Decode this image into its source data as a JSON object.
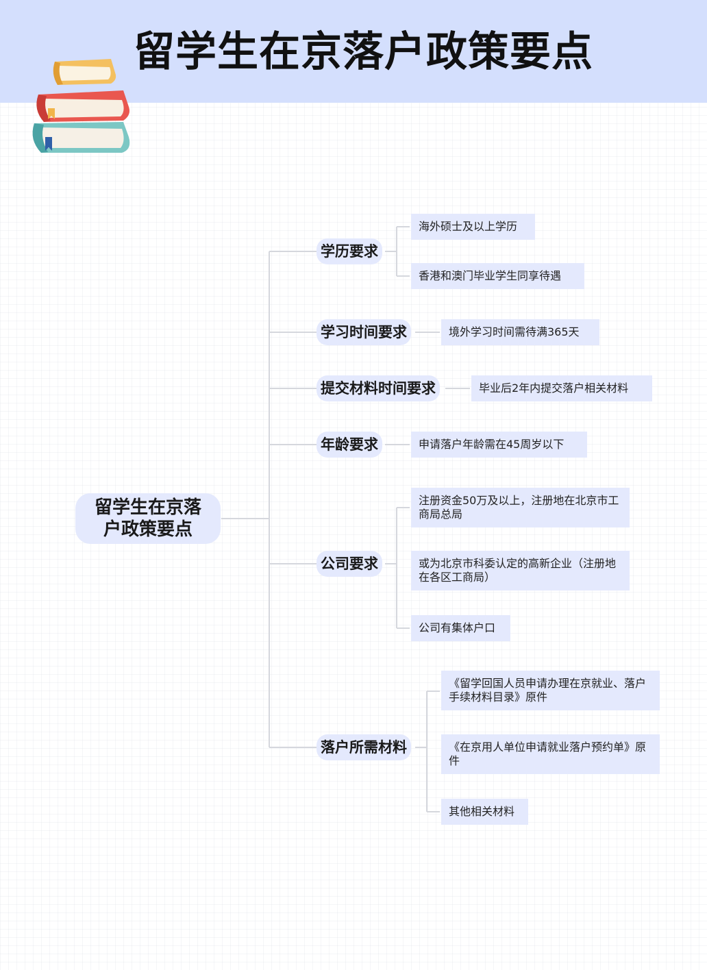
{
  "title": "留学生在京落户政策要点",
  "root": "留学生在京落户政策要点",
  "branches": [
    {
      "label": "学历要求",
      "items": [
        "海外硕士及以上学历",
        "香港和澳门毕业学生同享待遇"
      ]
    },
    {
      "label": "学习时间要求",
      "items": [
        "境外学习时间需待满365天"
      ]
    },
    {
      "label": "提交材料时间要求",
      "items": [
        "毕业后2年内提交落户相关材料"
      ]
    },
    {
      "label": "年龄要求",
      "items": [
        "申请落户年龄需在45周岁以下"
      ]
    },
    {
      "label": "公司要求",
      "items": [
        "注册资金50万及以上，注册地在北京市工商局总局",
        "或为北京市科委认定的高新企业（注册地在各区工商局）",
        "公司有集体户口"
      ]
    },
    {
      "label": "落户所需材料",
      "items": [
        "《留学回国人员申请办理在京就业、落户手续材料目录》原件",
        "《在京用人单位申请就业落户预约单》原件",
        "其他相关材料"
      ]
    }
  ],
  "colors": {
    "header": "#d4dffd",
    "node": "#e4e9fd",
    "line": "#d5d7dd"
  },
  "icons": [
    "books-stack-icon"
  ]
}
